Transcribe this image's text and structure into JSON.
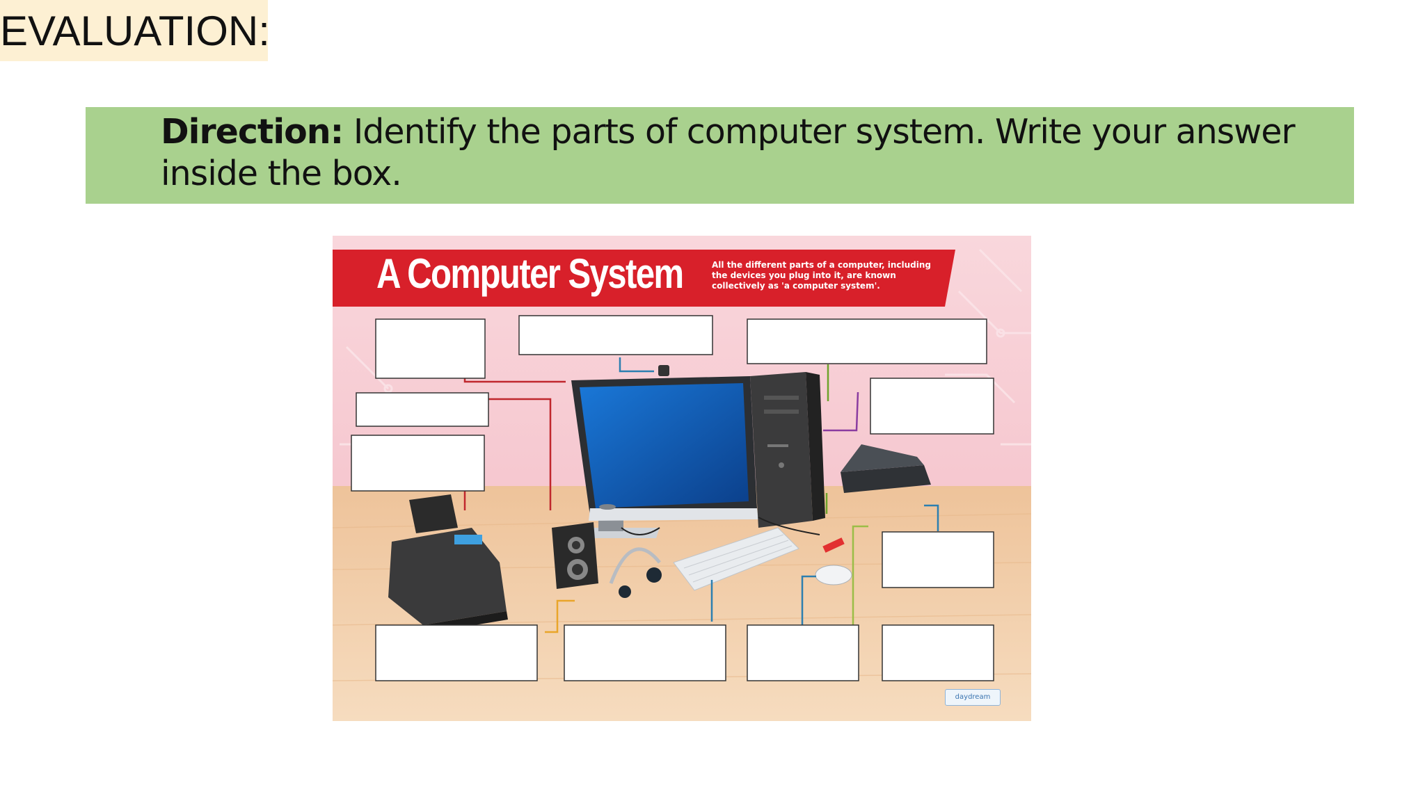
{
  "slide": {
    "title": "EVALUATION:",
    "direction_label": "Direction:",
    "direction_text": " Identify the parts of computer system. Write your answer inside the box."
  },
  "poster": {
    "title": "A Computer System",
    "description": "All the different parts of a computer, including the devices you plug into it, are known collectively as 'a computer system'.",
    "brand": "daydream"
  },
  "colors": {
    "title_bg": "#fdf0d3",
    "direction_bg": "#a9d18e",
    "poster_banner": "#d8202a",
    "poster_bg": "#f7cdd4",
    "desk": "#f2cfa7"
  }
}
